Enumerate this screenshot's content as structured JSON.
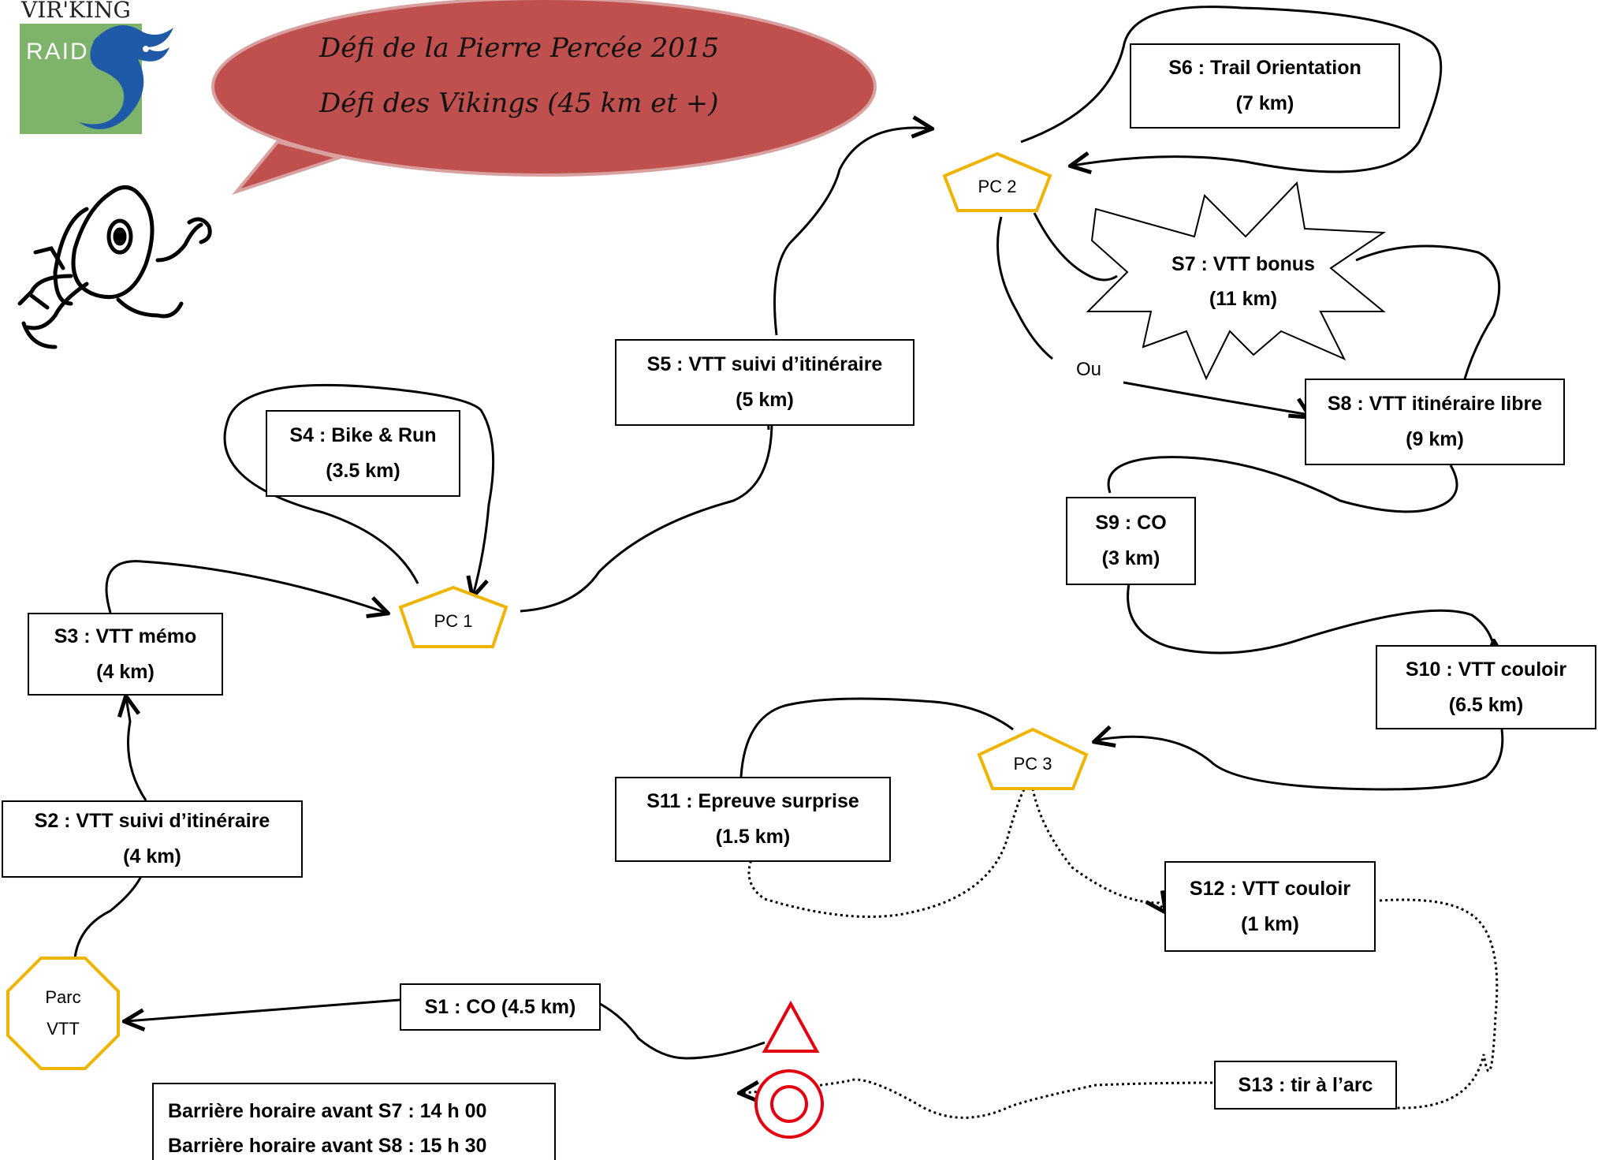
{
  "header": {
    "logo_text_top": "VIR'KING",
    "logo_text_bottom": "RAID",
    "title_line1": "Défi de la Pierre Percée 2015",
    "title_line2": "Défi des Vikings (45 km et +)"
  },
  "colors": {
    "bubble": "#c0504d",
    "checkpoint_stroke": "#f0b400",
    "finish_red": "#e3000f",
    "logo_green": "#7db36a",
    "logo_blue": "#1f5aa8"
  },
  "checkpoints": {
    "pc1": "PC 1",
    "pc2": "PC 2",
    "pc3": "PC 3",
    "parc_line1": "Parc",
    "parc_line2": "VTT"
  },
  "stages": {
    "s1": {
      "name": "S1 : CO (4.5 km)"
    },
    "s2": {
      "name": "S2 : VTT suivi d’itinéraire",
      "dist": "(4 km)"
    },
    "s3": {
      "name": "S3 : VTT mémo",
      "dist": "(4 km)"
    },
    "s4": {
      "name": "S4 : Bike & Run",
      "dist": "(3.5 km)"
    },
    "s5": {
      "name": "S5 : VTT suivi d’itinéraire",
      "dist": "(5 km)"
    },
    "s6": {
      "name": "S6 : Trail Orientation",
      "dist": "(7 km)"
    },
    "s7": {
      "name": "S7 : VTT bonus",
      "dist": "(11 km)"
    },
    "s8": {
      "name": "S8 : VTT itinéraire libre",
      "dist": "(9 km)"
    },
    "s9": {
      "name": "S9 : CO",
      "dist": "(3 km)"
    },
    "s10": {
      "name": "S10 : VTT couloir",
      "dist": "(6.5 km)"
    },
    "s11": {
      "name": "S11 : Epreuve surprise",
      "dist": "(1.5 km)"
    },
    "s12": {
      "name": "S12 : VTT couloir",
      "dist": "(1 km)"
    },
    "s13": {
      "name": "S13 : tir à l’arc"
    }
  },
  "or_label": "Ou",
  "barriers": [
    "Barrière horaire avant S7 : 14 h 00",
    "Barrière horaire avant S8 : 15 h 30"
  ],
  "icons": [
    "viking-dragon-logo",
    "running-mascot-icon",
    "start-triangle-icon",
    "finish-target-icon",
    "speech-bubble"
  ]
}
